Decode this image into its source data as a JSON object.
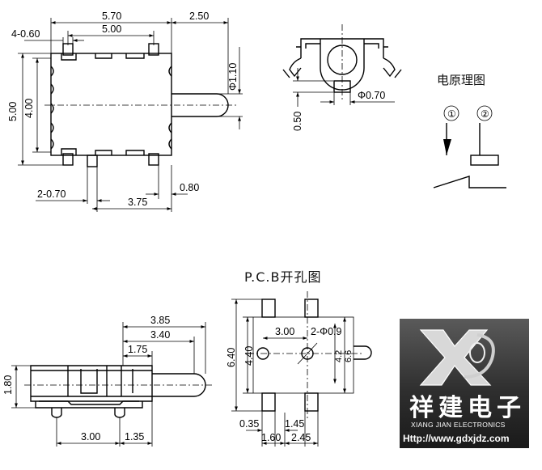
{
  "top_view": {
    "dim_width_outer": "5.70",
    "dim_width_inner": "5.00",
    "dim_pin_width": "4-0.60",
    "dim_plunger_length": "2.50",
    "dim_height_outer": "5.00",
    "dim_height_inner": "4.00",
    "dim_plunger_diameter": "Φ1.10",
    "dim_leg_width": "2-0.70",
    "dim_leg_offset": "3.75",
    "dim_leg_spacing": "0.80"
  },
  "side_view": {
    "dim_leg_height": "0.50",
    "dim_pin_diameter": "Φ0.70"
  },
  "schematic": {
    "title": "电原理图",
    "pin_1": "①",
    "pin_2": "②"
  },
  "front_view": {
    "dim_total": "3.85",
    "dim_body": "3.40",
    "dim_inner": "1.75",
    "dim_height": "1.80",
    "dim_pin_spacing": "3.00",
    "dim_pin_offset": "1.35"
  },
  "pcb": {
    "title": "P.C.B开孔图",
    "dim_height_outer": "6.40",
    "dim_height_inner": "4.40",
    "dim_hole_spacing": "3.00",
    "dim_hole_diameter": "2-Φ0.9",
    "dim_pad_v1": "4.2",
    "dim_pad_v2": "6.6",
    "dim_pad_w": "0.35",
    "dim_pad_gap": "1.45",
    "dim_pad_a": "1.60",
    "dim_pad_b": "2.45"
  },
  "logo": {
    "name_cn": "祥建电子",
    "name_en": "XIANG JIAN ELECTRONICS",
    "url": "Http://www.gdxjdz.com"
  }
}
